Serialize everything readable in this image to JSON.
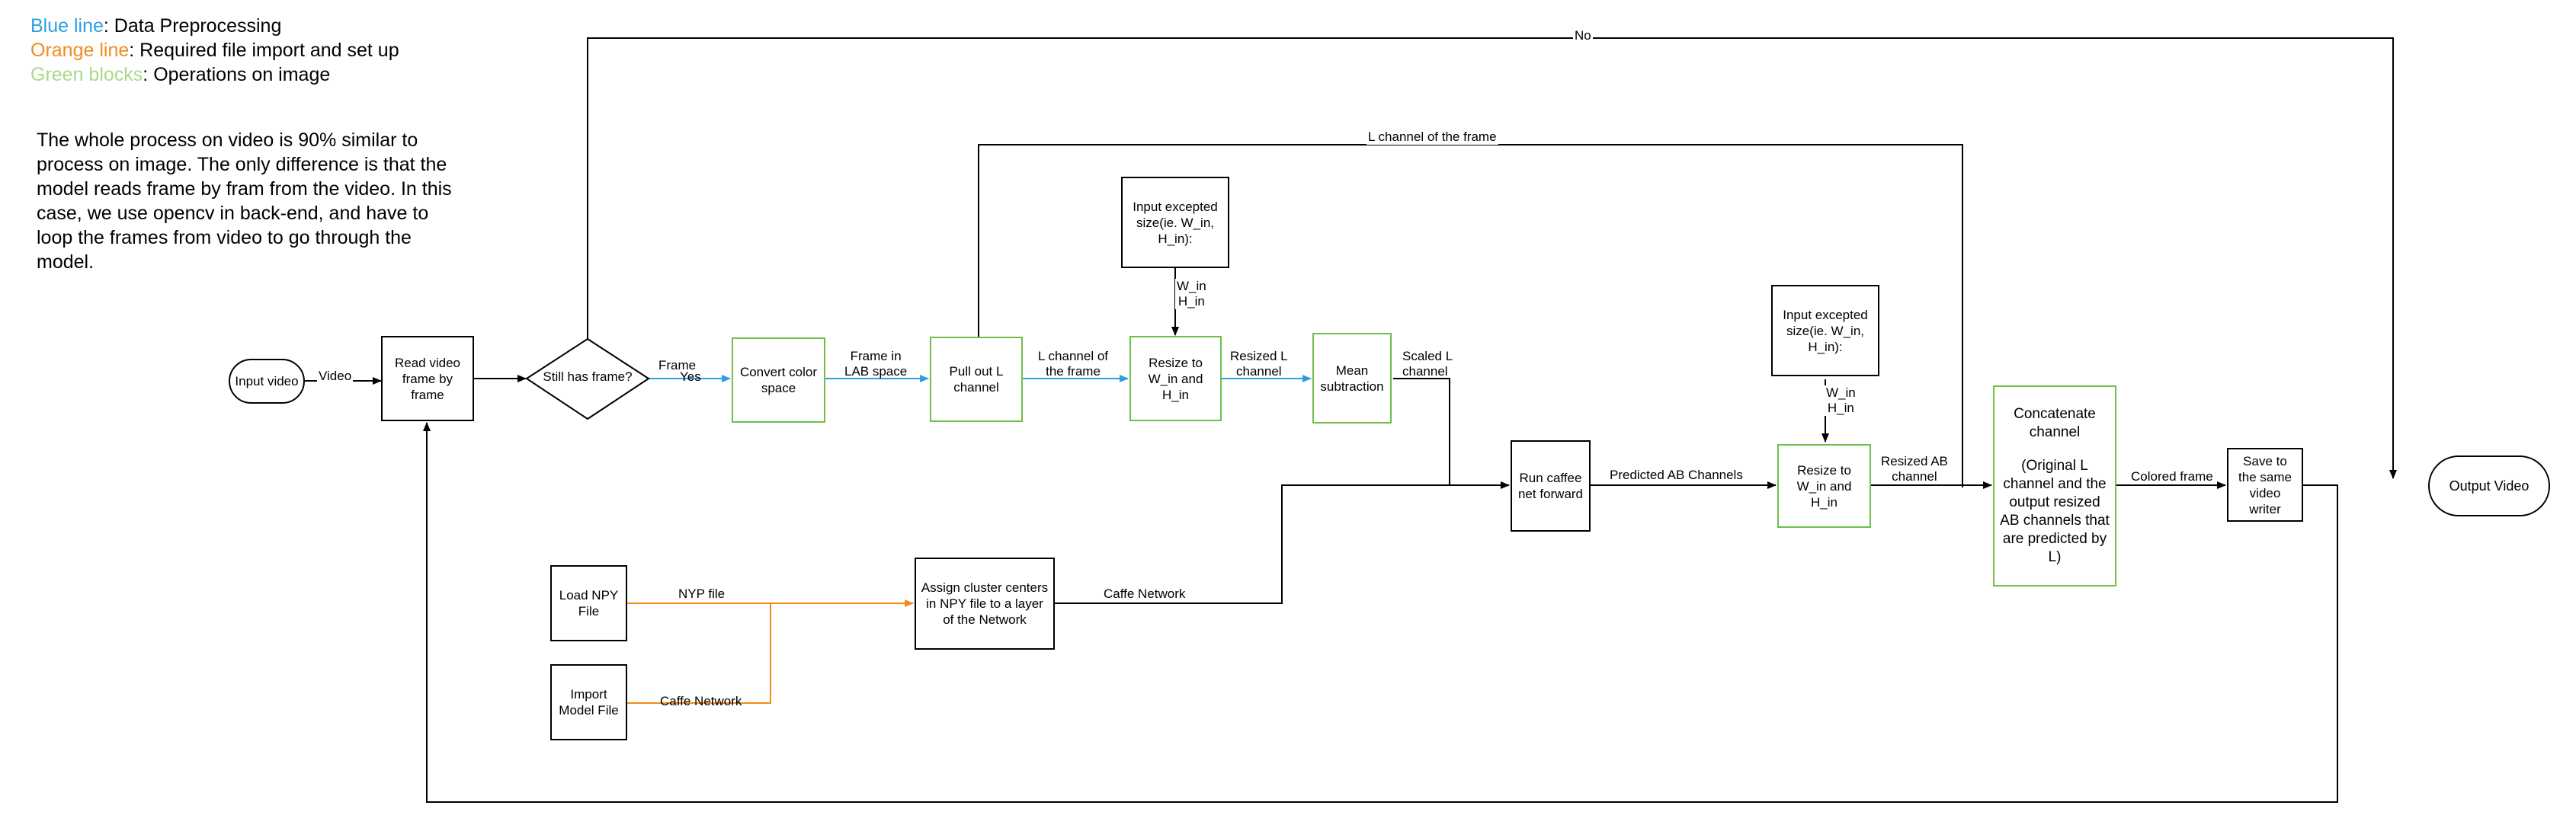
{
  "legend": {
    "blue": {
      "key": "Blue line",
      "text": ": Data Preprocessing",
      "color": "#2e9fe0"
    },
    "orange": {
      "key": "Orange line",
      "text": ": Required file import and set up",
      "color": "#f08c1e"
    },
    "green": {
      "key": "Green blocks",
      "text": ": Operations on image",
      "color": "#a9d98c"
    }
  },
  "note": "The whole process on video is 90% similar to process on image. The only difference is that the model reads frame by fram from the video. In this case, we use opencv in back-end, and have to loop the frames from video to go through the model.",
  "nodes": {
    "input_video": "Input video",
    "read_frame": "Read video frame by frame",
    "still_has_frame": "Still has frame?",
    "convert_color": "Convert color space",
    "pull_l": "Pull out L channel",
    "input_size_1": "Input excepted size(ie. W_in, H_in):",
    "resize_1": "Resize to W_in and H_in",
    "mean_sub": "Mean subtraction",
    "run_caffe": "Run caffee net forward",
    "input_size_2": "Input excepted size(ie. W_in, H_in):",
    "resize_2": "Resize to W_in and H_in",
    "concat_title": "Concatenate channel",
    "concat_body": "(Original L channel and the output resized AB channels that are predicted by L)",
    "save_frame": "Save to the same video writer",
    "output_video": "Output Video",
    "load_npy": "Load NPY File",
    "import_model": "Import Model File",
    "assign_cluster": "Assign cluster centers in NPY file to a layer of the Network"
  },
  "edge_labels": {
    "video": "Video",
    "frame_yes_1": "Frame",
    "frame_yes_2": "Yes",
    "no": "No",
    "frame_lab_1": "Frame in",
    "frame_lab_2": "LAB space",
    "l_channel_frame_1": "L channel of",
    "l_channel_frame_2": "the frame",
    "wh_in_1a": "W_in",
    "wh_in_1b": "H_in",
    "resized_l_1": "Resized L",
    "resized_l_2": "channel",
    "scaled_l_1": "Scaled L",
    "scaled_l_2": "channel",
    "l_channel_top": "L channel of the frame",
    "predicted_ab": "Predicted AB Channels",
    "wh_in_2a": "W_in",
    "wh_in_2b": "H_in",
    "resized_ab_1": "Resized AB",
    "resized_ab_2": "channel",
    "colored_frame": "Colored frame",
    "nyp_file": "NYP file",
    "caffe_network_orange": "Caffe Network",
    "caffe_network": "Caffe Network"
  }
}
